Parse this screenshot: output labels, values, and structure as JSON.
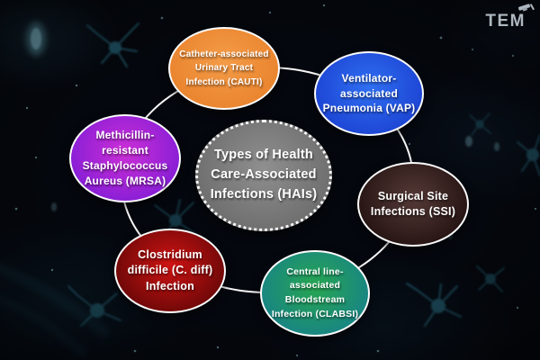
{
  "watermark": {
    "text": "TEM"
  },
  "diagram": {
    "title": "Types of Health Care-Associated Infections (HAIs)",
    "ring_color": "#f6f6f6",
    "background_color": "#04070d",
    "neuron_art_color": "#2e7d93",
    "center_node": {
      "id": "center",
      "label_lines": [
        "Types of Health",
        "Care-Associated",
        "Infections (HAIs)"
      ],
      "color_center": "#8f8f8f",
      "color_edge": "#696969",
      "border_style": "dotted-white",
      "text_color": "#ffffff"
    },
    "nodes": [
      {
        "id": "cauti",
        "label_lines": [
          "Catheter-associated",
          "Urinary Tract",
          "Infection (CAUTI)"
        ],
        "color_center": "#f49c48",
        "color_edge": "#e8802a"
      },
      {
        "id": "vap",
        "label_lines": [
          "Ventilator-",
          "associated",
          "Pneumonia (VAP)"
        ],
        "color_center": "#2f6ff2",
        "color_edge": "#1a3ecf"
      },
      {
        "id": "ssi",
        "label_lines": [
          "Surgical Site",
          "Infections (SSI)"
        ],
        "color_center": "#553a37",
        "color_edge": "#1e0e0d"
      },
      {
        "id": "clabsi",
        "label_lines": [
          "Central line-",
          "associated",
          "Bloodstream",
          "Infection (CLABSI)"
        ],
        "color_center": "#27a650",
        "color_edge": "#167f8d"
      },
      {
        "id": "cdiff",
        "label_lines": [
          "Clostridium",
          "difficile (C. diff)",
          "Infection"
        ],
        "color_center": "#cf1313",
        "color_edge": "#5e0606"
      },
      {
        "id": "mrsa",
        "label_lines": [
          "Methicillin-",
          "resistant",
          "Staphylococcus",
          "Aureus (MRSA)"
        ],
        "color_center": "#cc2fd6",
        "color_edge": "#7c1bd6"
      }
    ]
  }
}
